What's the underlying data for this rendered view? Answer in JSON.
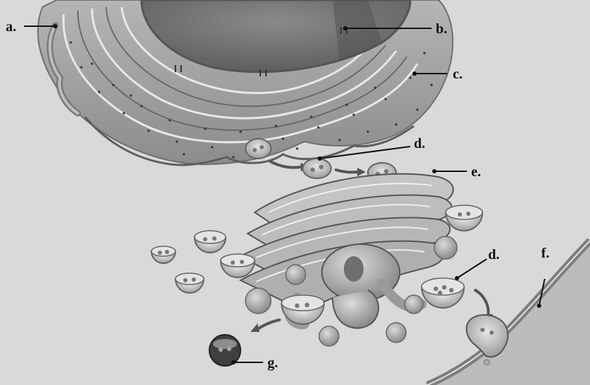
{
  "labels": {
    "a": "a.",
    "b": "b.",
    "c": "c.",
    "d_upper": "d.",
    "e": "e.",
    "d_lower": "d.",
    "f": "f.",
    "g": "g."
  },
  "colors": {
    "background": "#f2f2f2",
    "cell_outside": "#bdbdbd",
    "membrane": "#8f8f8f",
    "er_fill": "#a6a6a6",
    "nucleus": "#7a7a7a",
    "golgi": "#b8b8b8",
    "vesicle": "#c9c9c9",
    "leader_line": "#111111"
  }
}
